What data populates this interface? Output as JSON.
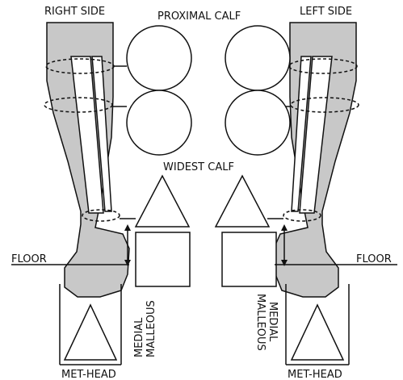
{
  "labels": {
    "right_side": "RIGHT SIDE",
    "left_side": "LEFT SIDE",
    "proximal_calf": "PROXIMAL CALF",
    "widest_calf": "WIDEST CALF",
    "floor_left": "FLOOR",
    "floor_right": "FLOOR",
    "medial_right_line1": "MEDIAL",
    "medial_right_line2": "MALLEOUS",
    "medial_left_line1": "MEDIAL",
    "medial_left_line2": "MALLEOUS",
    "met_head_left": "MET-HEAD",
    "met_head_right": "MET-HEAD"
  },
  "colors": {
    "leg_fill": "#c8c8c8",
    "stroke": "#111111",
    "background": "#ffffff"
  }
}
